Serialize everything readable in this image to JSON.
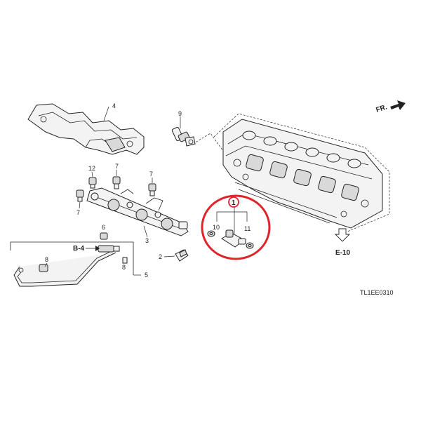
{
  "diagram": {
    "code": "TL1EE0310",
    "front_label": "FR.",
    "refs": {
      "b4": "B-4",
      "e10": "E-10"
    },
    "callouts": {
      "p1": "1",
      "p2": "2",
      "p3": "3",
      "p4": "4",
      "p5": "5",
      "p6": "6",
      "p7a": "7",
      "p7b": "7",
      "p7c": "7",
      "p8a": "8",
      "p8b": "8",
      "p9": "9",
      "p10": "10",
      "p11": "11",
      "p12": "12"
    },
    "highlight_color": "#e0242b",
    "icons": [
      "front-arrow-icon",
      "reference-arrow-icon"
    ]
  }
}
